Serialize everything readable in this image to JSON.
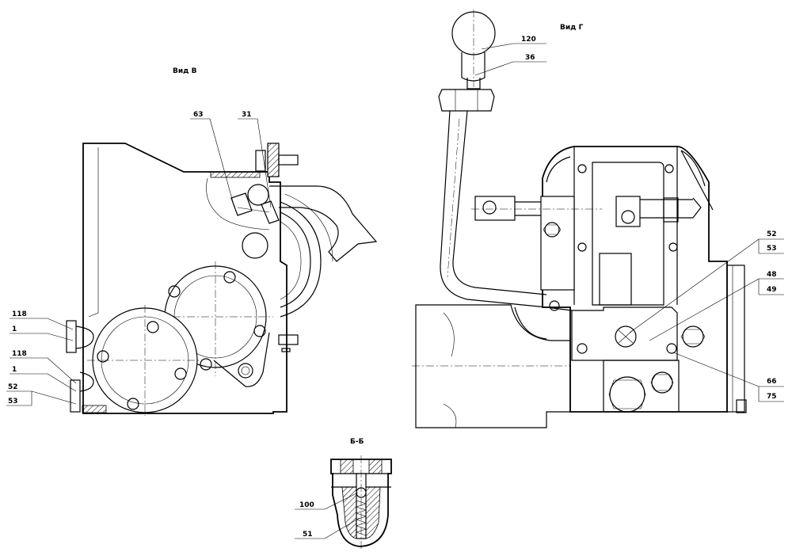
{
  "views": {
    "view_v": "Вид В",
    "view_g": "Вид Г",
    "section_bb": "Б-Б"
  },
  "leaders": {
    "view_v": {
      "p63": "63",
      "p31": "31",
      "p118a": "118",
      "p1a": "1",
      "p118b": "118",
      "p1b": "1",
      "p52": "52",
      "p53": "53"
    },
    "view_g": {
      "p120": "120",
      "p36": "36",
      "p52": "52",
      "p53": "53",
      "p48": "48",
      "p49": "49",
      "p66": "66",
      "p75": "75"
    },
    "section_bb": {
      "p100": "100",
      "p51": "51"
    }
  }
}
